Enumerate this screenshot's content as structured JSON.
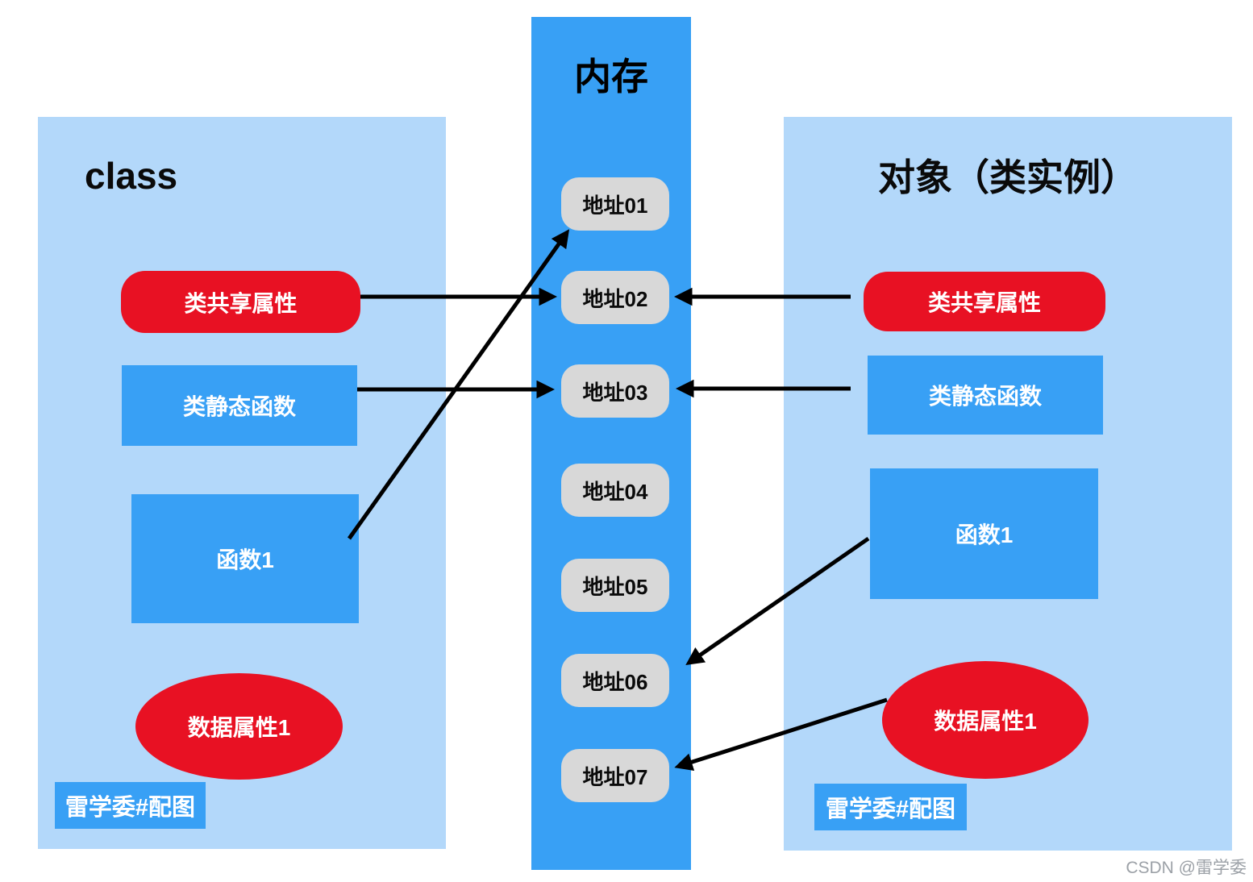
{
  "memory_column": {
    "title": "内存",
    "addresses": [
      "地址01",
      "地址02",
      "地址03",
      "地址04",
      "地址05",
      "地址06",
      "地址07"
    ]
  },
  "class_panel": {
    "title": "class",
    "shared_attr": "类共享属性",
    "static_fn": "类静态函数",
    "fn1": "函数1",
    "data_attr": "数据属性1",
    "credit": "雷学委#配图"
  },
  "object_panel": {
    "title": "对象（类实例）",
    "shared_attr": "类共享属性",
    "static_fn": "类静态函数",
    "fn1": "函数1",
    "data_attr": "数据属性1",
    "credit": "雷学委#配图"
  },
  "connections": [
    {
      "from": "class.类共享属性",
      "to": "地址02"
    },
    {
      "from": "class.类静态函数",
      "to": "地址03"
    },
    {
      "from": "class.函数1",
      "to": "地址01"
    },
    {
      "from": "object.类共享属性",
      "to": "地址02"
    },
    {
      "from": "object.类静态函数",
      "to": "地址03"
    },
    {
      "from": "object.函数1",
      "to": "地址06"
    },
    {
      "from": "object.数据属性1",
      "to": "地址07"
    }
  ],
  "watermark": "CSDN @雷学委",
  "colors": {
    "panel_bg": "#b3d8fa",
    "accent_blue": "#38a0f5",
    "accent_red": "#e81123",
    "address_bg": "#d8d8d8",
    "arrow": "#000000",
    "watermark": "#9ca1a7"
  }
}
